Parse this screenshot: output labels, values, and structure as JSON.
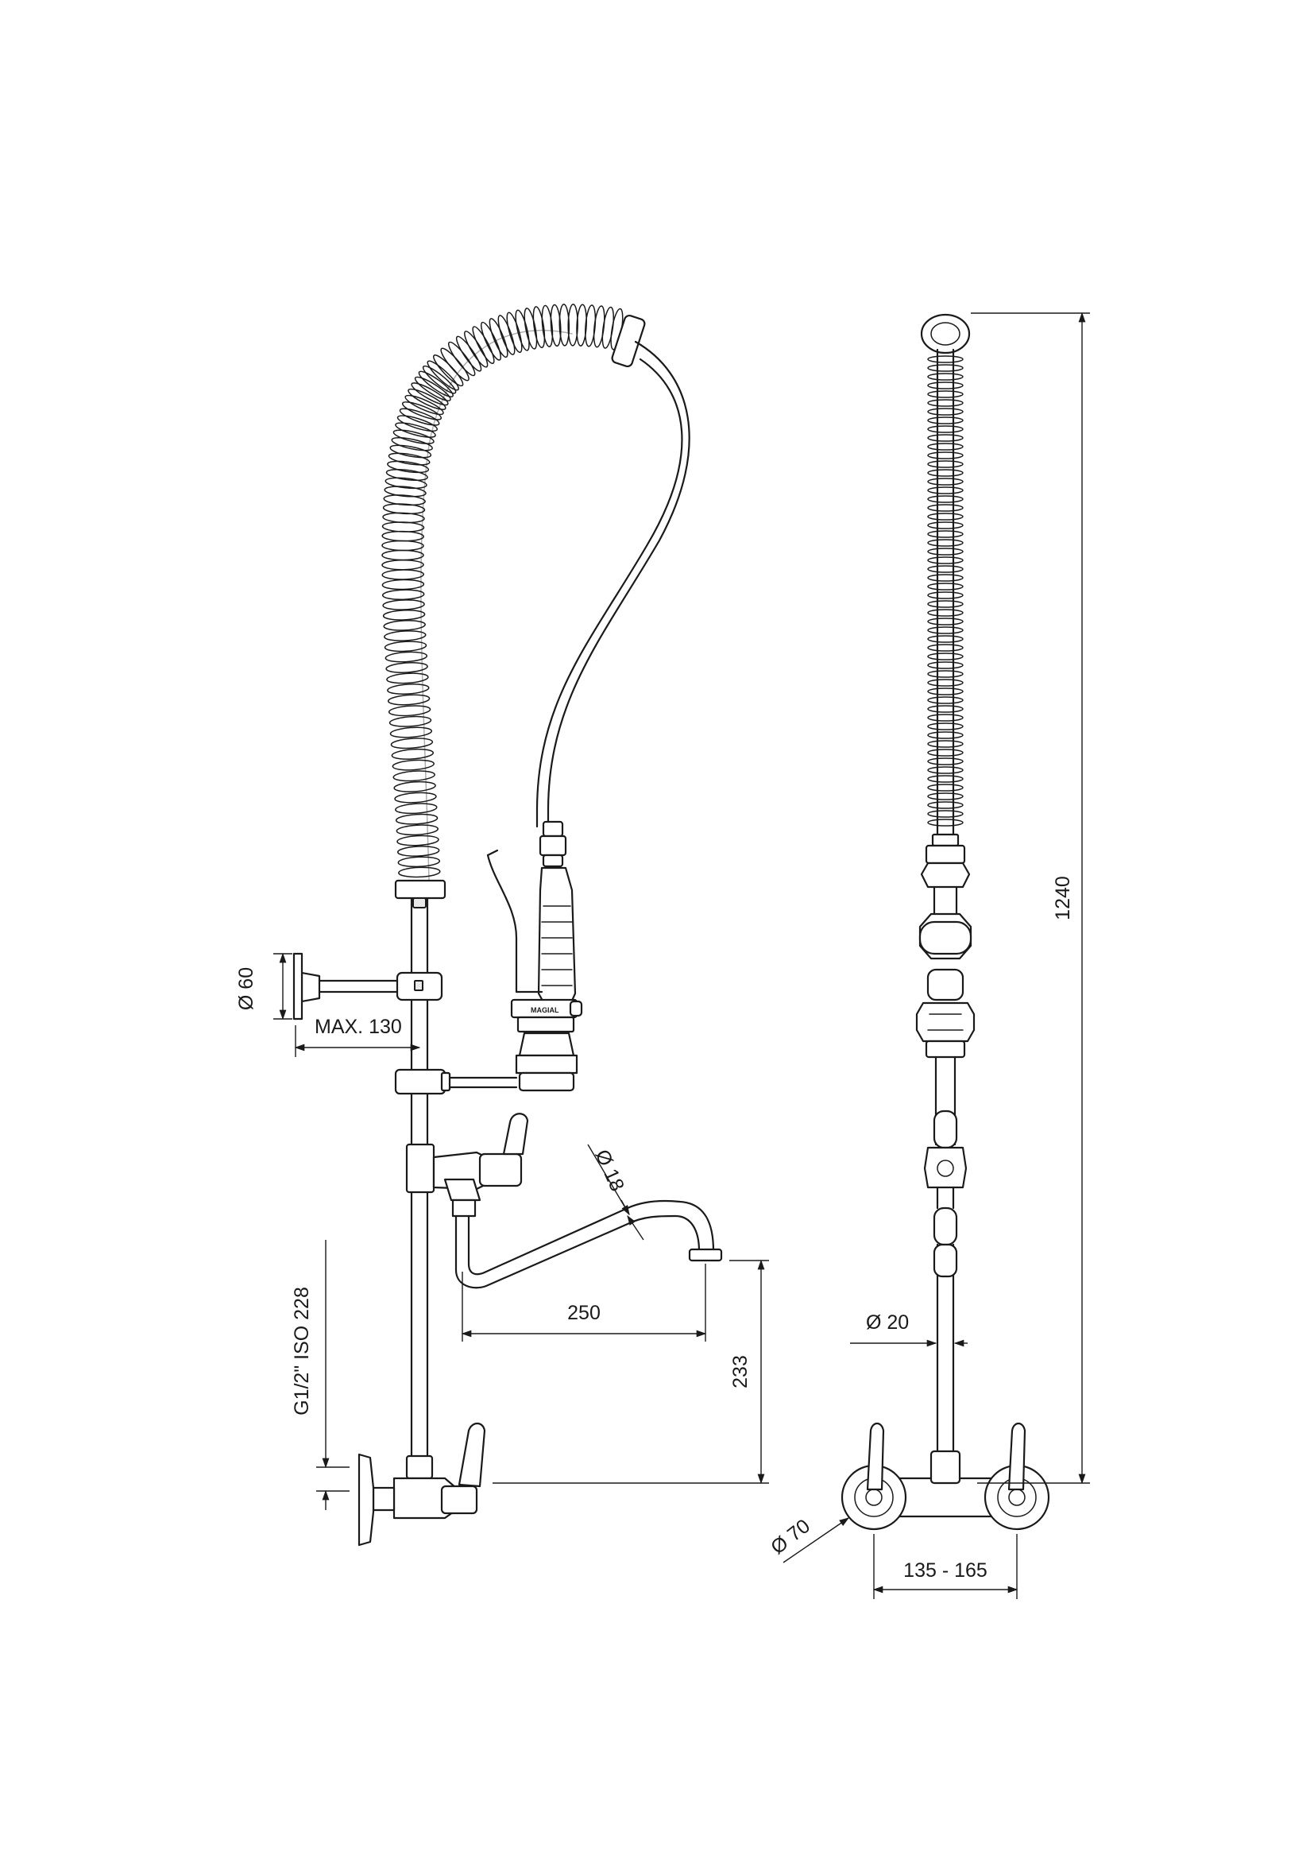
{
  "drawing": {
    "brand_mark": "MAGIAL",
    "dimensions": {
      "flange_diameter": "Ø 60",
      "max_arm_length": "MAX. 130",
      "spout_diameter": "Ø 18",
      "spout_reach": "250",
      "thread": "G1/2\" ISO 228",
      "spout_height": "233",
      "pipe_diameter": "Ø 20",
      "total_height": "1240",
      "rosette_diameter": "Ø 70",
      "inlet_spacing": "135 - 165"
    }
  }
}
